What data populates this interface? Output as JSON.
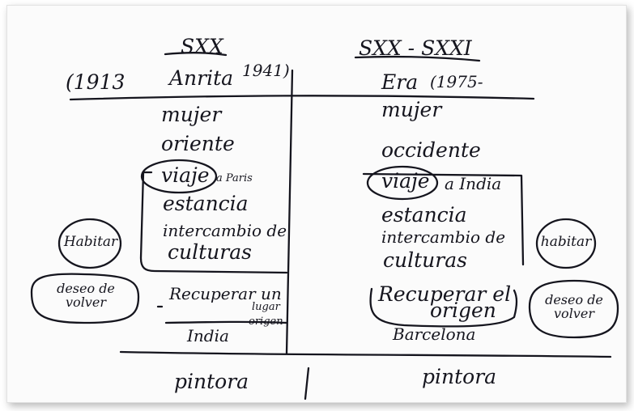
{
  "left": {
    "century": "SXX",
    "year_start": "(1913",
    "name": "Anrita",
    "year_end": "1941)",
    "lines": [
      "mujer",
      "oriente"
    ],
    "journey": "viaje",
    "journey_dest": "a Paris",
    "stay": "estancia",
    "exchange_1": "intercambio de",
    "exchange_2": "culturas",
    "recover_1": "Recuperar un",
    "recover_2": "lugar",
    "recover_3": "origen",
    "place": "India"
  },
  "right": {
    "century": "SXX - SXXI",
    "name": "Era",
    "year": "(1975-",
    "lines": [
      "mujer",
      "occidente"
    ],
    "journey": "viaje",
    "journey_dest": "a India",
    "stay": "estancia",
    "exchange_1": "intercambio de",
    "exchange_2": "culturas",
    "recover_1": "Recuperar el",
    "recover_2": "origen",
    "place": "Barcelona"
  },
  "labels": {
    "habitar_left": "Habitar",
    "desire_left_1": "deseo de",
    "desire_left_2": "volver",
    "habitar_right": "habitar",
    "desire_right_1": "deseo de",
    "desire_right_2": "volver"
  },
  "bottom": {
    "left": "pintora",
    "right": "pintora"
  }
}
